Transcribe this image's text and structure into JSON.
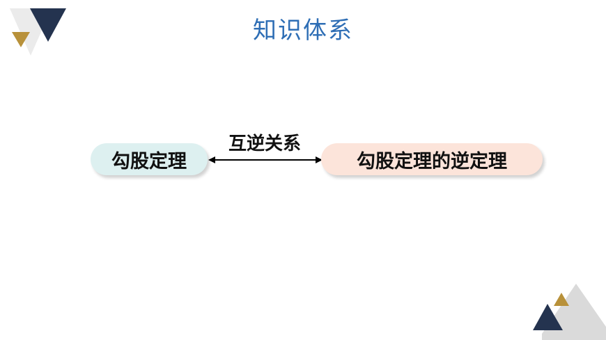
{
  "title": "知识体系",
  "colors": {
    "title": "#2E6EB5",
    "navy": "#24334F",
    "gold": "#B8913A",
    "light_gray": "#EBEBEB",
    "mid_gray": "#D6D6D6",
    "node_left_fill": "#DDF0F0",
    "node_right_fill": "#FCE4DA",
    "arrow": "#000000"
  },
  "diagram": {
    "left_node": {
      "label": "勾股定理"
    },
    "right_node": {
      "label": "勾股定理的逆定理"
    },
    "relation": {
      "label": "互逆关系",
      "direction": "bidirectional"
    }
  }
}
